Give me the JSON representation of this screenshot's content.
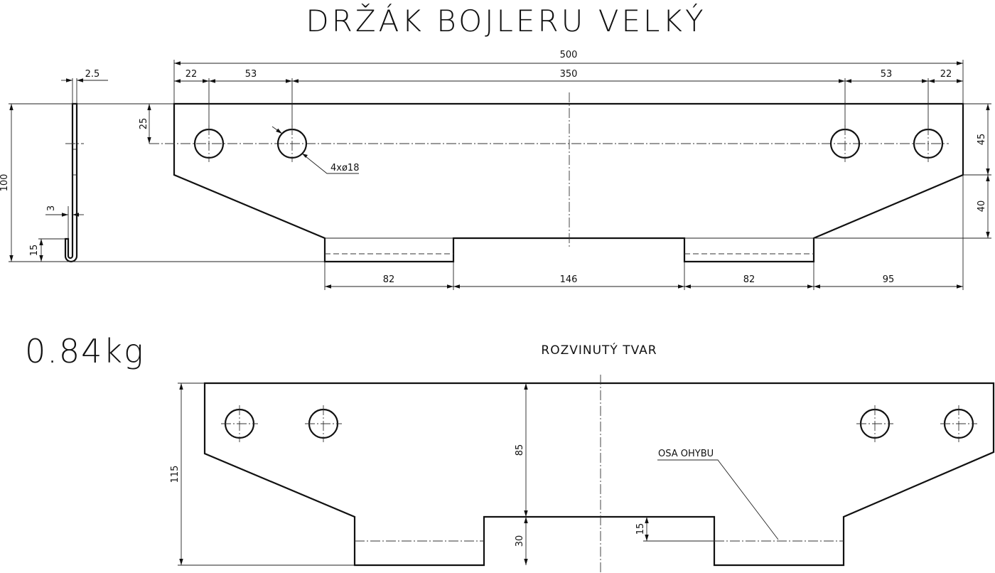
{
  "title": "DRŽÁK BOJLERU VELKÝ",
  "mass": "0.84kg",
  "unfolded_title": "ROZVINUTÝ TVAR",
  "side_view": {
    "thickness": "2.5",
    "height": "100",
    "hook_gap": "3",
    "hook_height": "15"
  },
  "front_view": {
    "overall_width": "500",
    "top_dims": [
      "22",
      "53",
      "350",
      "53",
      "22"
    ],
    "bottom_dims": [
      "82",
      "146",
      "82",
      "95"
    ],
    "hole_offset": "25",
    "right_dims": [
      "45",
      "40"
    ],
    "hole_note": "4xø18"
  },
  "flat_view": {
    "height": "115",
    "upper": "85",
    "lower": "30",
    "bend_offset": "15",
    "bend_label": "OSA OHYBU"
  }
}
